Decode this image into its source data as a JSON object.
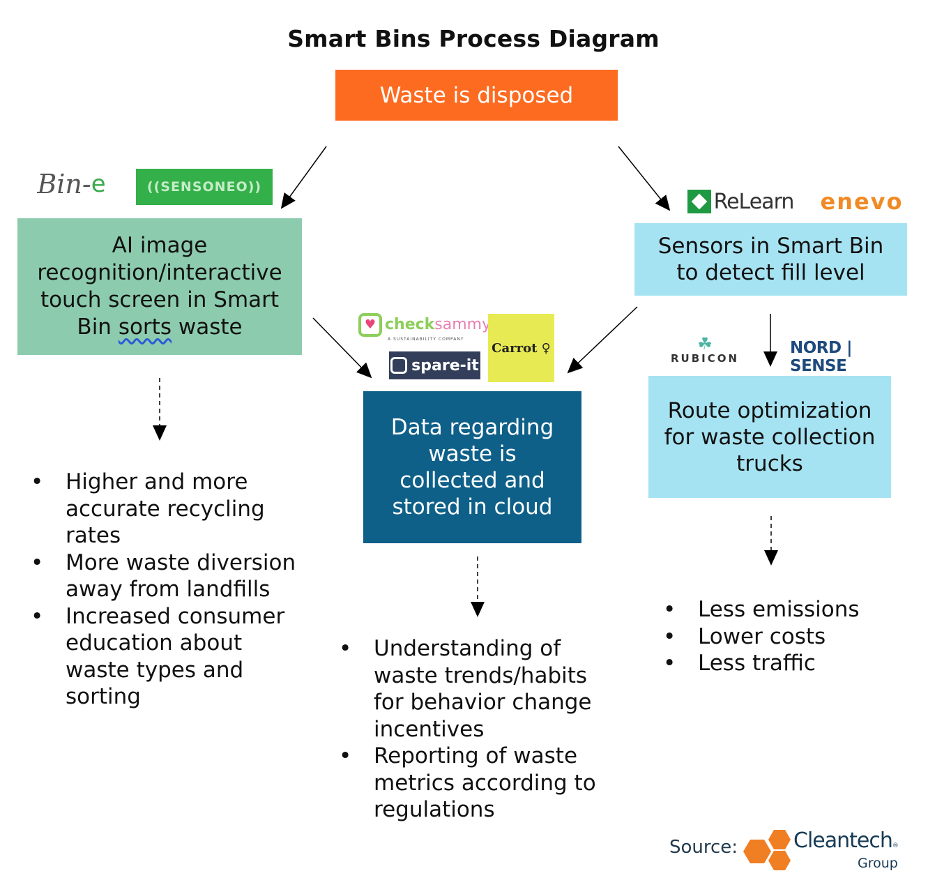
{
  "title": "Smart Bins Process Diagram",
  "nodes": {
    "start": "Waste is disposed",
    "ai_sorting": {
      "line1": "AI image recognition/interactive touch screen in Smart Bin ",
      "underlined": "sorts",
      "line2": " waste"
    },
    "sensors": "Sensors in Smart Bin to detect fill level",
    "data_cloud": "Data regarding waste is collected and stored in cloud",
    "route_optimization": "Route optimization for waste collection trucks"
  },
  "outcomes": {
    "ai_sorting": [
      "Higher and more accurate recycling rates",
      "More waste diversion away from landfills",
      "Increased consumer education about waste types and sorting"
    ],
    "data_cloud": [
      "Understanding of waste trends/habits for behavior change incentives",
      "Reporting of waste metrics according to regulations"
    ],
    "route_optimization": [
      "Less emissions",
      "Lower costs",
      "Less traffic"
    ]
  },
  "logos": {
    "bine": {
      "main": "Bin-",
      "accent": "e"
    },
    "sensoneo": "((SENSONEO))",
    "relearn": "ReLearn",
    "enevo": "enevo",
    "checksammy": {
      "part1": "check",
      "part2": "sammy",
      "tagline": "A SUSTAINABILITY COMPANY"
    },
    "spareit": "spare-it",
    "carrot": "Carrot ♀",
    "rubicon": {
      "symbol": "☘",
      "name": "RUBICON"
    },
    "nordsense": "NORD | SENSE"
  },
  "source": {
    "label": "Source:",
    "brand": "Cleantech",
    "brand_sub": "Group",
    "registered": "®"
  },
  "colors": {
    "start": "#fd6b20",
    "ai_sorting": "#8ccbae",
    "sensors": "#a6e3f2",
    "data_cloud": "#0e6089",
    "route_optimization": "#a6e3f2",
    "cleantech_orange": "#f07e23"
  }
}
